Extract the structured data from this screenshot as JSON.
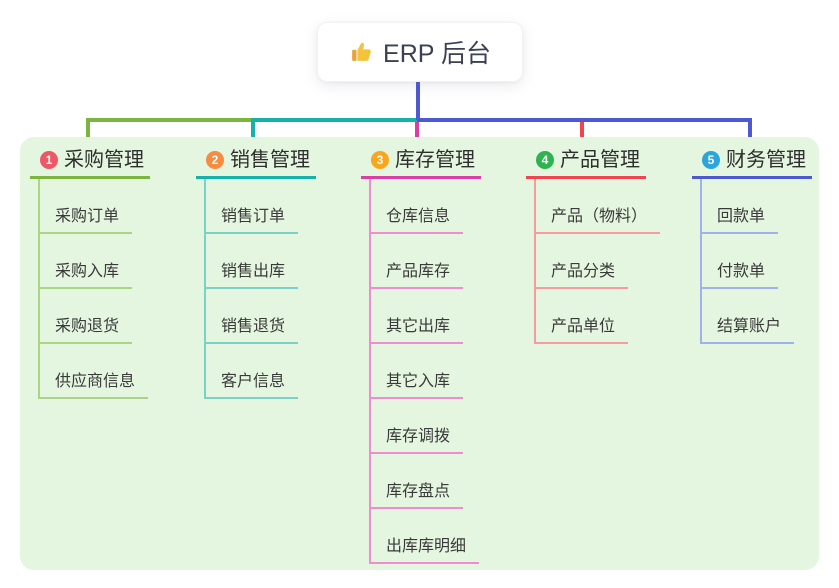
{
  "root": {
    "label": "ERP 后台",
    "icon": "thumbs-up-icon"
  },
  "colors": {
    "root_line": "#4c59d2",
    "panel_bg": "#e4f6df",
    "root_text": "#3a4152",
    "icon_hand": "#f4c33e",
    "icon_cuff": "#e8a33a"
  },
  "branches": [
    {
      "number": "1",
      "label": "采购管理",
      "badge_color": "#ee5766",
      "line_color": "#7cb53e",
      "child_line_color": "#aad584",
      "children": [
        "采购订单",
        "采购入库",
        "采购退货",
        "供应商信息"
      ]
    },
    {
      "number": "2",
      "label": "销售管理",
      "badge_color": "#f68b41",
      "line_color": "#14b2aa",
      "child_line_color": "#79d1c9",
      "children": [
        "销售订单",
        "销售出库",
        "销售退货",
        "客户信息"
      ]
    },
    {
      "number": "3",
      "label": "库存管理",
      "badge_color": "#f9a61f",
      "line_color": "#d93fa6",
      "child_line_color": "#ef8cd2",
      "children": [
        "仓库信息",
        "产品库存",
        "其它出库",
        "其它入库",
        "库存调拨",
        "库存盘点",
        "出库库明细"
      ]
    },
    {
      "number": "4",
      "label": "产品管理",
      "badge_color": "#2fb350",
      "line_color": "#f0444e",
      "child_line_color": "#f89ba1",
      "children": [
        "产品（物料）",
        "产品分类",
        "产品单位"
      ]
    },
    {
      "number": "5",
      "label": "财务管理",
      "badge_color": "#2aa5dd",
      "line_color": "#4c59d2",
      "child_line_color": "#a0b2e8",
      "children": [
        "回款单",
        "付款单",
        "结算账户"
      ]
    }
  ]
}
